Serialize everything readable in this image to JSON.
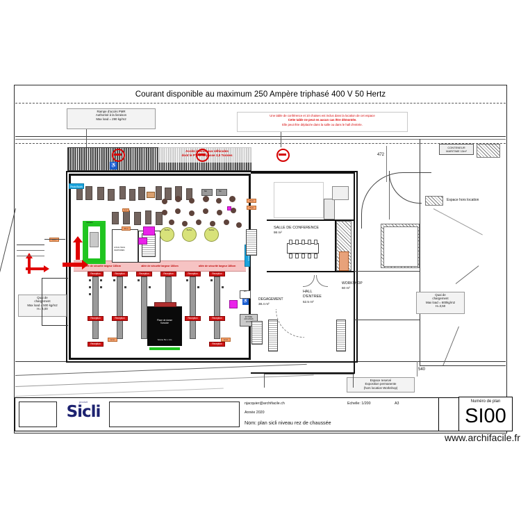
{
  "document": {
    "title": "Courant disponible au maximum 250 Ampère triphasé 400 V 50 Hertz",
    "watermark": "www.archifacile.fr"
  },
  "title_block": {
    "logo_sub": "produit",
    "logo": "Sicli",
    "email": "njacquier@archifacile.ch",
    "scale_label": "Echelle: 1/200",
    "format": "A3",
    "year": "Année 2020",
    "plan_name": "Nom: plan sicli niveau rez de chaussée",
    "plan_number_label": "Numéro de plan",
    "plan_number": "SI00"
  },
  "notes": {
    "ramp": "Rampe d'accès PMR\nAuthorisé à la livraison\nMax load = 290 kg/m2",
    "ramp_lines": [
      "Rampe d'accès PMR",
      "Authorisé à la livraison",
      "Max load = 290 kg/m2"
    ],
    "conference_table_l1": "Une table de conférence et 10 chaises est inclus dans la location de cet espace",
    "conference_table_l2": "Cette table ne peut en aucun cas être démontée.",
    "conference_table_l3": "Elle peut être déplacée dans la salle ou dans le hall d'entrée.",
    "truck_ban_l1": "Accès interdit aux véhicules",
    "truck_ban_l2": "dont le PTAC dépasse 3,5 Tonnes",
    "dock_left_lines": [
      "Quai de",
      "chargement",
      "Max load = 500 kg/m2",
      "H= 4,00"
    ],
    "dock_right_lines": [
      "Quai de",
      "chargement",
      "Max load = 600kg/m2",
      "H=3,50"
    ],
    "reserved_lines": [
      "Espace reservé",
      "Exposition permanente",
      "(hors location Workshop)"
    ],
    "container_l1": "CONTENEUR",
    "container_l2": "MARITIME 13m²",
    "legend_hatch": "Espace hors location",
    "aisle": "allée de sécurité largeur 180cm"
  },
  "rooms": [
    {
      "name": "SALLE DE CONFERENCE",
      "area": "98 m²"
    },
    {
      "name": "HALL D'ENTREE",
      "area": "52.5 m²"
    },
    {
      "name": "DEGAGEMENT",
      "area": "38.4 m²"
    },
    {
      "name": "WORKSHOP",
      "area": "60 m²"
    }
  ],
  "room_conference": {
    "name": "SALLE DE CONFERENCE",
    "area": "98 m²"
  },
  "room_hall": {
    "name": "HALL",
    "name2": "D'ENTREE",
    "area": "52.5 m²"
  },
  "room_degagement": {
    "name": "DEGAGEMENT",
    "area": "38.4 m²"
  },
  "room_workshop": {
    "name": "WORKSHOP",
    "area": "60 m²"
  },
  "room_archives": {
    "l1": "ENTREE",
    "l2": "ARCHIVES",
    "l3": "H=3.80"
  },
  "dimensions": {
    "top_right": "472",
    "bottom_right": "540"
  },
  "booth": {
    "l1": "Place de danse",
    "l2": "Karaoke",
    "l3": "Scène 5m x 4m"
  },
  "labels": {
    "photo_booth": "Photo Booth",
    "vestiaire": "Vestiaire",
    "bar": "Bar",
    "buffet": "Buffet",
    "reception": "Reception",
    "wc": "WC",
    "local_tech": "LOCAL TECH",
    "sanitaires": "SANITAIRES"
  },
  "colors": {
    "accent_red": "#d40000",
    "aisle_pink": "#f6c3c3",
    "green": "#22c722",
    "magenta": "#ea22ea",
    "cyan": "#1aa3dd",
    "orange": "#f7a06a",
    "booth_black": "#0a0a0a"
  }
}
